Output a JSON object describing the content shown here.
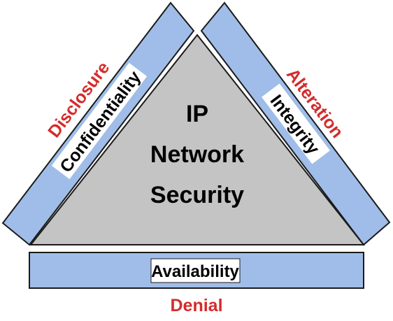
{
  "center": {
    "lines": [
      "IP",
      "Network",
      "Security"
    ]
  },
  "left_side": {
    "principle": "Confidentiality",
    "threat": "Disclosure"
  },
  "right_side": {
    "principle": "Integrity",
    "threat": "Alteration"
  },
  "bottom_side": {
    "principle": "Availability",
    "threat": "Denial"
  },
  "colors": {
    "bar_fill": "#9fbde8",
    "triangle_fill": "#c4c4c4",
    "outline": "#000000",
    "threat_text": "#d52b2b",
    "label_box": "#ffffff"
  }
}
